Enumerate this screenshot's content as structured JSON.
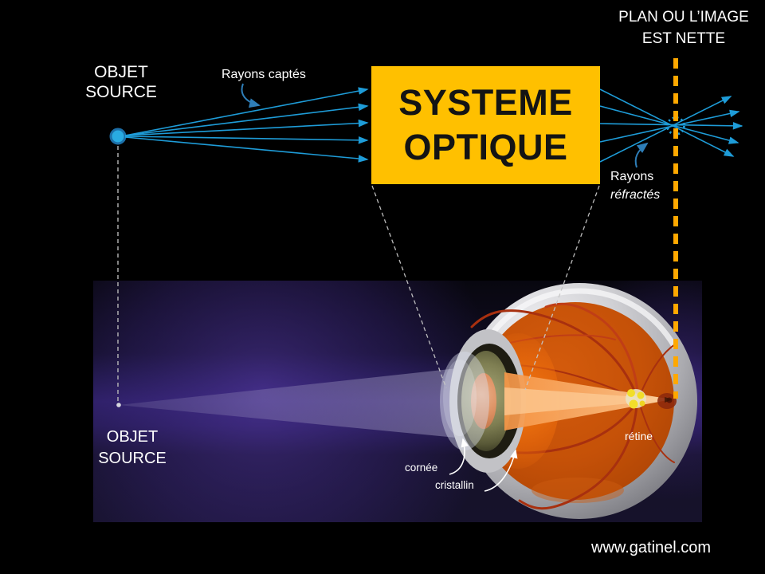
{
  "colors": {
    "box_yellow": "#FFC000",
    "ray_blue": "#1E9CD8",
    "dashed_orange": "#FFA800",
    "arrow_navy": "#2E7EB8",
    "source_dot_fill": "#29ABE2",
    "source_dot_edge": "#1C6FA8",
    "text_white": "#FFFFFF",
    "fundus_orange": "#C55108",
    "panel_navy": "#14102A"
  },
  "top_diagram": {
    "object_source": {
      "line1": "OBJET",
      "line2": "SOURCE"
    },
    "rays_captured_label": "Rayons captés",
    "optical_system_box": {
      "line1": "SYSTEME",
      "line2": "OPTIQUE"
    },
    "image_plane_label": {
      "line1": "PLAN OU L’IMAGE",
      "line2": "EST NETTE"
    },
    "rays_refracted_label": {
      "line1": "Rayons",
      "line2": "réfractés"
    }
  },
  "eye_diagram": {
    "object_source": {
      "line1": "OBJET",
      "line2": "SOURCE"
    },
    "cornea_label": "cornée",
    "lens_label": "cristallin",
    "retina_label": "rétine"
  },
  "footer": {
    "website": "www.gatinel.com"
  }
}
